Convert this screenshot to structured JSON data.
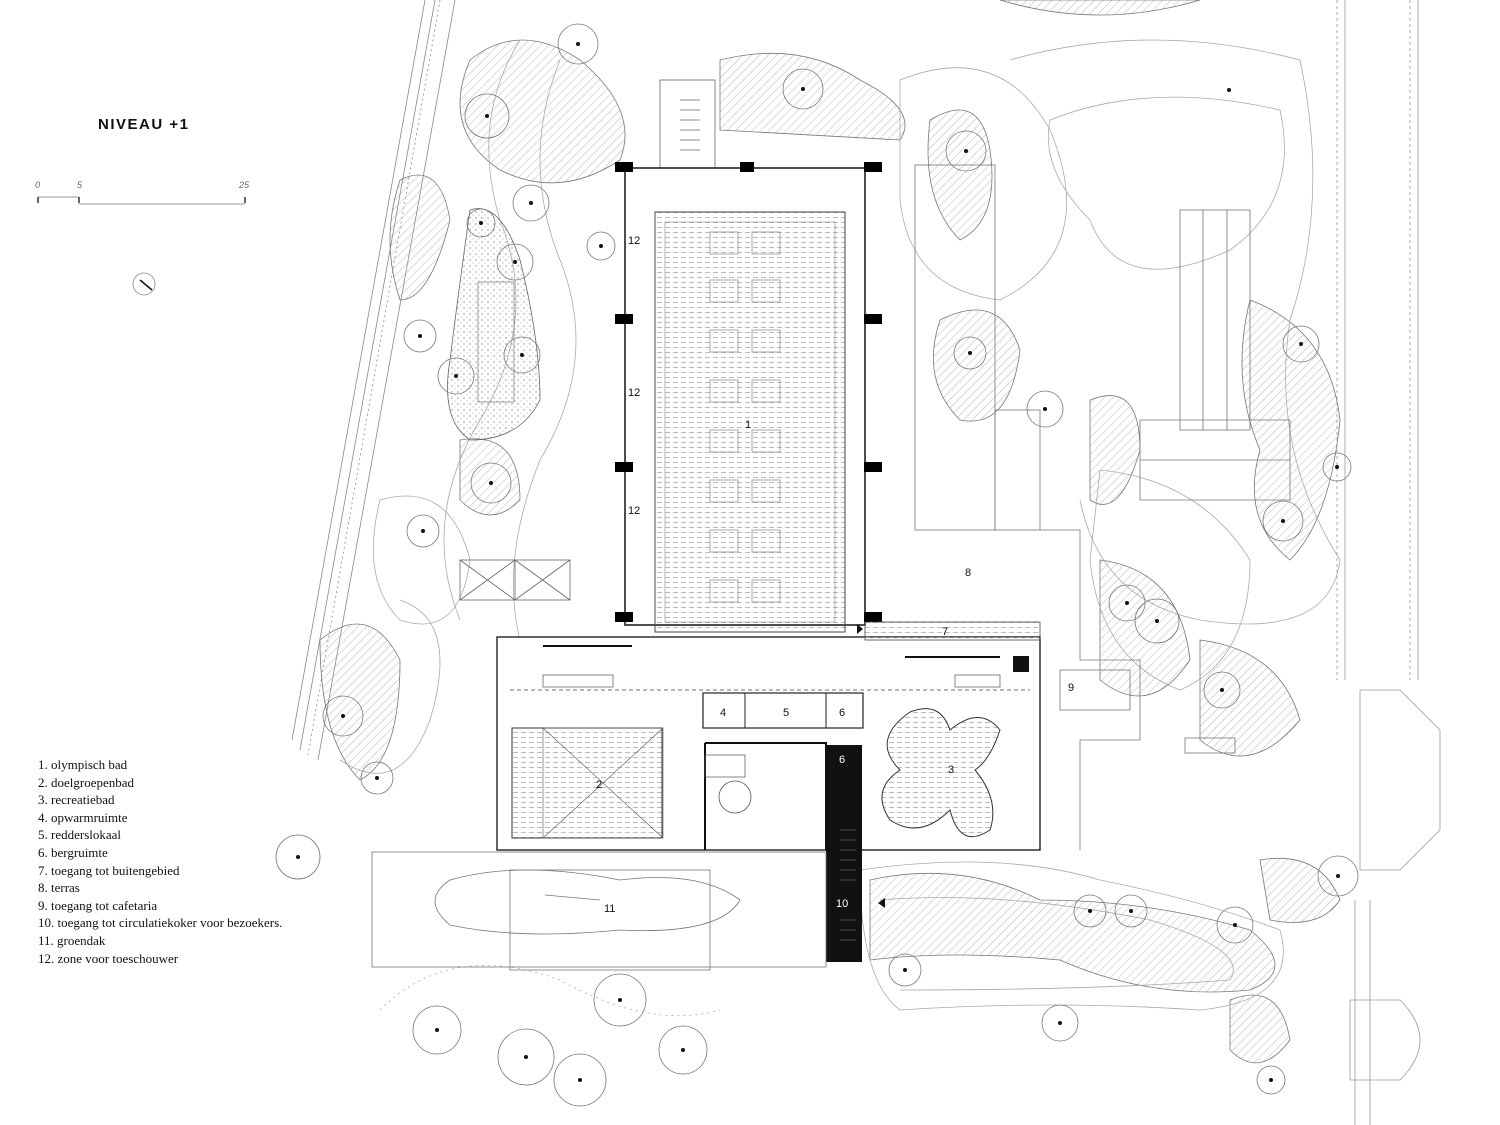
{
  "title": "NIVEAU +1",
  "scale_bar": {
    "ticks": [
      "0",
      "5",
      "25"
    ]
  },
  "legend": [
    "1. olympisch bad",
    "2. doelgroepenbad",
    "3. recreatiebad",
    "4. opwarmruimte",
    "5. redderslokaal",
    "6. bergruimte",
    "7. toegang tot buitengebied",
    "8. terras",
    "9. toegang tot cafetaria",
    "10. toegang tot circulatiekoker voor bezoekers.",
    "11. groendak",
    "12. zone voor toeschouwer"
  ],
  "rooms": {
    "r1": "1",
    "r2": "2",
    "r3": "3",
    "r4": "4",
    "r5": "5",
    "r6a": "6",
    "r6b": "6",
    "r7": "7",
    "r8": "8",
    "r9": "9",
    "r10": "10",
    "r11": "11",
    "r12a": "12",
    "r12b": "12",
    "r12c": "12"
  }
}
